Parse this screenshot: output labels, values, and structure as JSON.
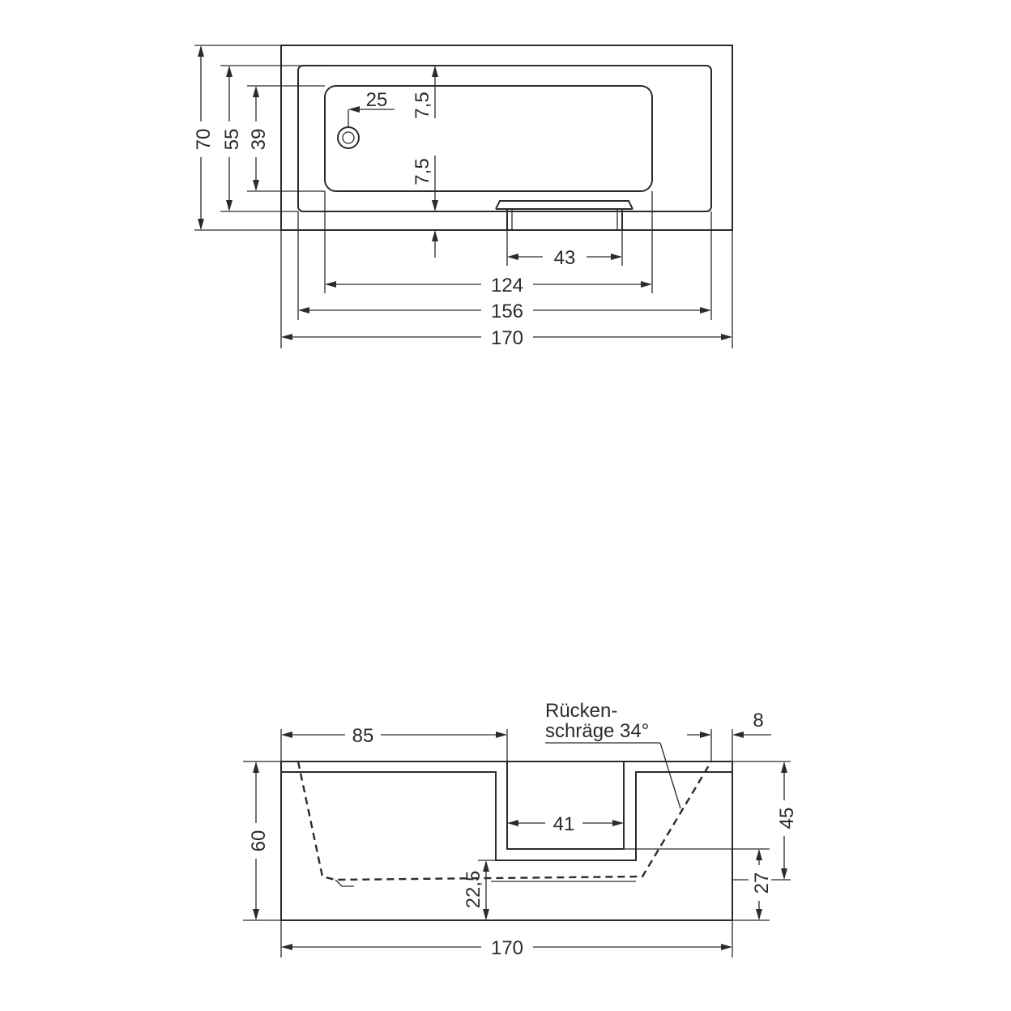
{
  "top_view": {
    "dimensions": {
      "overall_height": "70",
      "rim_inner_height": "55",
      "basin_height": "39",
      "drain_offset": "25",
      "side_gap_top": "7,5",
      "side_gap_bottom": "7,5",
      "step_width": "43",
      "basin_length": "124",
      "rim_inner_length": "156",
      "overall_length": "170"
    }
  },
  "side_view": {
    "annotation_line1": "Rücken-",
    "annotation_line2": "schräge 34°",
    "dimensions": {
      "left_length": "85",
      "rim_width": "8",
      "overall_height": "60",
      "step_width": "41",
      "upper_height": "45",
      "lower_height": "27",
      "floor_height": "22,5",
      "overall_length": "170"
    }
  }
}
